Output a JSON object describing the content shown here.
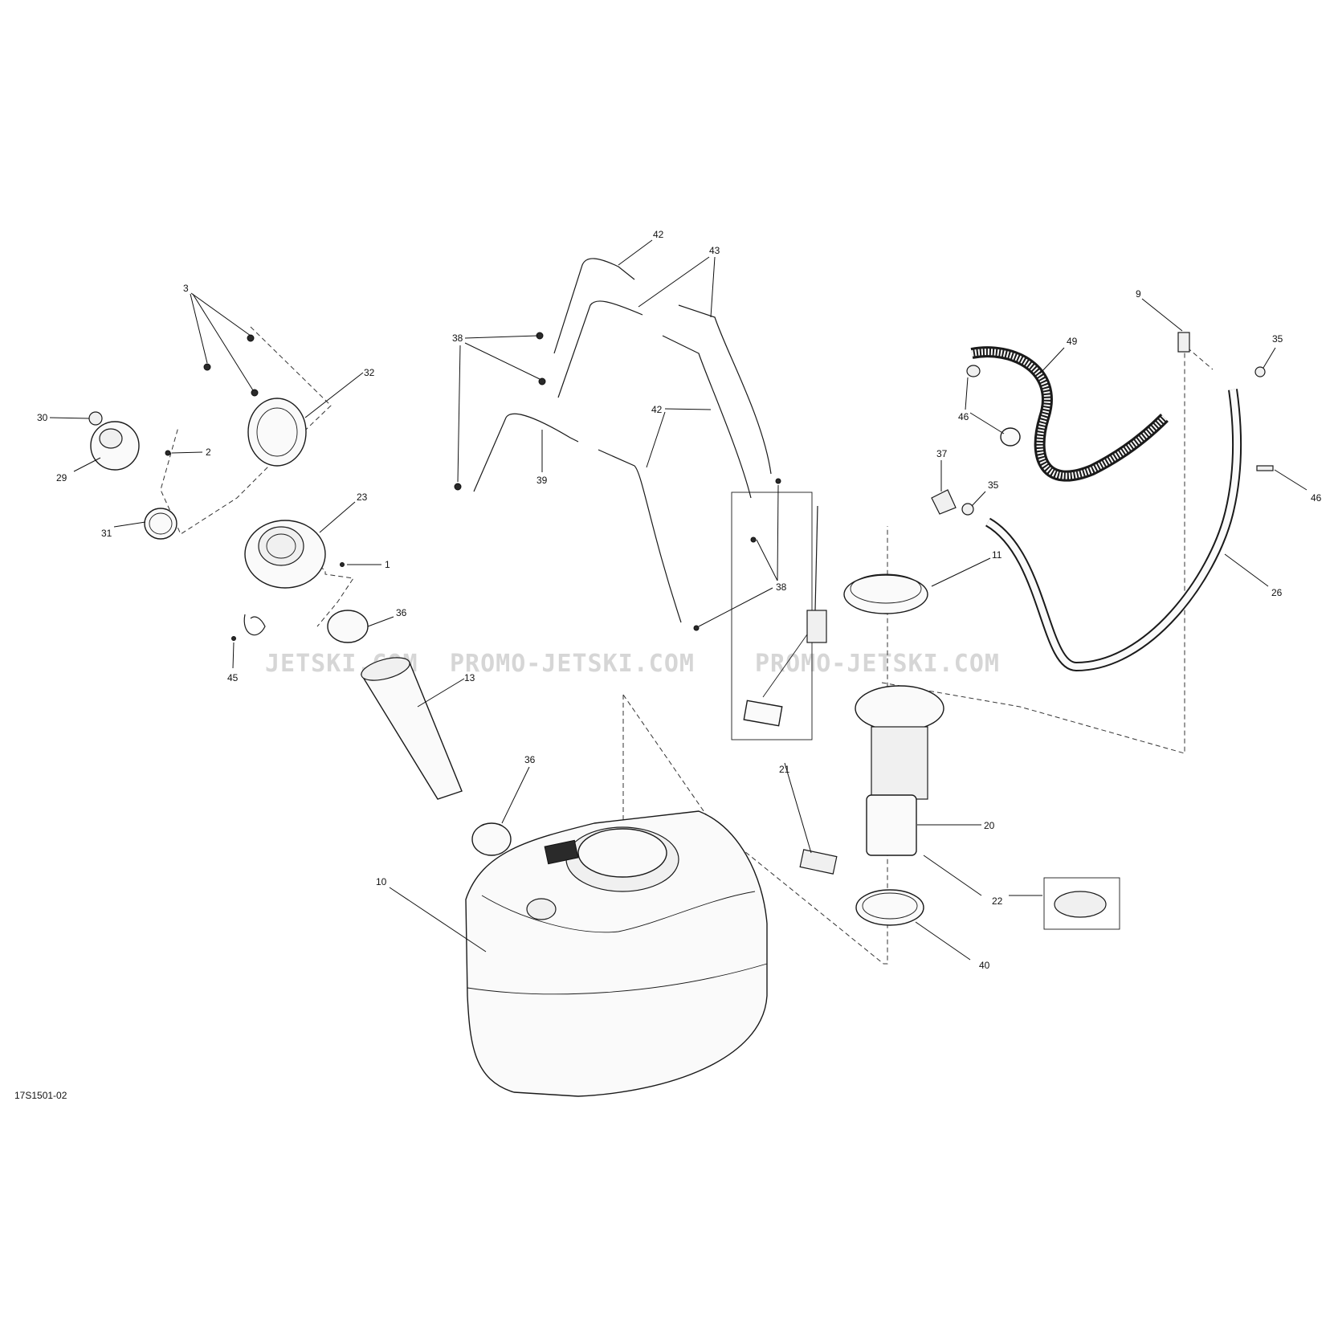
{
  "diagram": {
    "reference_code": "17S1501-02",
    "watermark": [
      "JETSKI.COM",
      "PROMO-JETSKI.COM",
      "PROMO-JETSKI.COM"
    ],
    "colors": {
      "line": "#1a1a1a",
      "watermark": "#d6d6d6",
      "background": "#ffffff"
    },
    "callouts": [
      {
        "id": "c-42a",
        "label": "42"
      },
      {
        "id": "c-43",
        "label": "43"
      },
      {
        "id": "c-3",
        "label": "3"
      },
      {
        "id": "c-38a",
        "label": "38"
      },
      {
        "id": "c-32",
        "label": "32"
      },
      {
        "id": "c-30",
        "label": "30"
      },
      {
        "id": "c-2",
        "label": "2"
      },
      {
        "id": "c-29",
        "label": "29"
      },
      {
        "id": "c-31",
        "label": "31"
      },
      {
        "id": "c-23",
        "label": "23"
      },
      {
        "id": "c-1",
        "label": "1"
      },
      {
        "id": "c-36a",
        "label": "36"
      },
      {
        "id": "c-45",
        "label": "45"
      },
      {
        "id": "c-13",
        "label": "13"
      },
      {
        "id": "c-36b",
        "label": "36"
      },
      {
        "id": "c-10",
        "label": "10"
      },
      {
        "id": "c-42b",
        "label": "42"
      },
      {
        "id": "c-39",
        "label": "39"
      },
      {
        "id": "c-38b",
        "label": "38"
      },
      {
        "id": "c-21",
        "label": "21"
      },
      {
        "id": "c-9",
        "label": "9"
      },
      {
        "id": "c-49",
        "label": "49"
      },
      {
        "id": "c-35a",
        "label": "35"
      },
      {
        "id": "c-46a",
        "label": "46"
      },
      {
        "id": "c-37",
        "label": "37"
      },
      {
        "id": "c-35b",
        "label": "35"
      },
      {
        "id": "c-46b",
        "label": "46"
      },
      {
        "id": "c-11",
        "label": "11"
      },
      {
        "id": "c-26",
        "label": "26"
      },
      {
        "id": "c-20",
        "label": "20"
      },
      {
        "id": "c-22",
        "label": "22"
      },
      {
        "id": "c-40",
        "label": "40"
      }
    ]
  }
}
